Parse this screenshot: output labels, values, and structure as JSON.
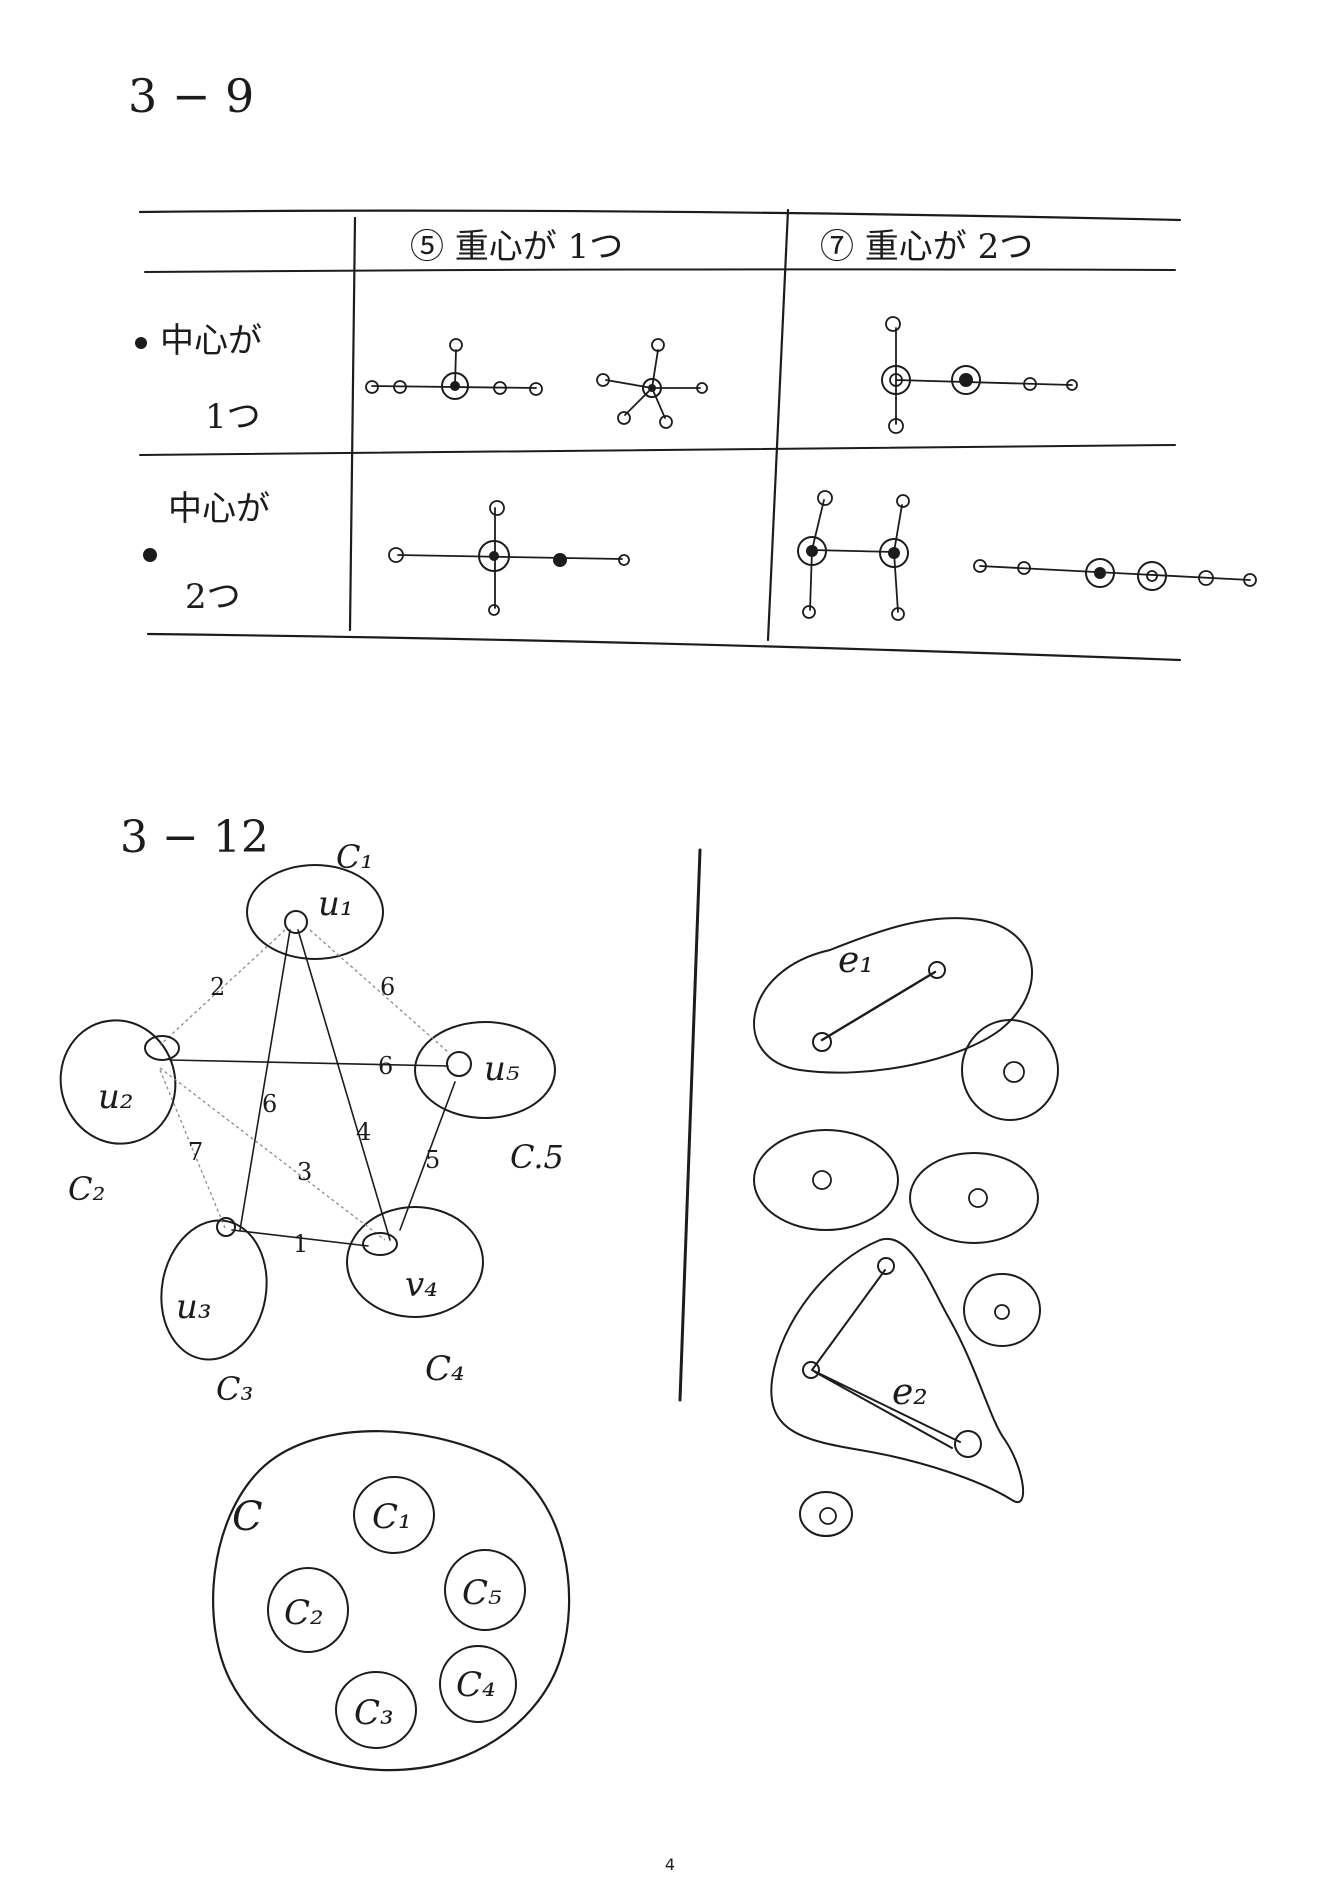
{
  "section_3_9": {
    "heading": "3 − 9",
    "table": {
      "column_headers": [
        "⑤ 重心が 1つ",
        "⑦ 重心が 2つ"
      ],
      "row_headers": [
        {
          "line1": "中心が",
          "line2": "1つ"
        },
        {
          "line1": "中心が",
          "line2": "2つ"
        }
      ]
    }
  },
  "section_3_12": {
    "heading": "3 − 12",
    "graph": {
      "vertices": [
        "u₁",
        "u₂",
        "u₃",
        "v₄",
        "u₅"
      ],
      "clusters": [
        "C₁",
        "C₂",
        "C₃",
        "C₄",
        "C.5"
      ],
      "edge_weights": [
        "2",
        "6",
        "6",
        "6",
        "4",
        "3",
        "5",
        "7",
        "1"
      ]
    },
    "right_labels": [
      "e₁",
      "e₂"
    ],
    "nested": {
      "outer": "C",
      "inner": [
        "C₁",
        "C₅",
        "C₂",
        "C₄",
        "C₃"
      ]
    }
  },
  "page_number": "4"
}
